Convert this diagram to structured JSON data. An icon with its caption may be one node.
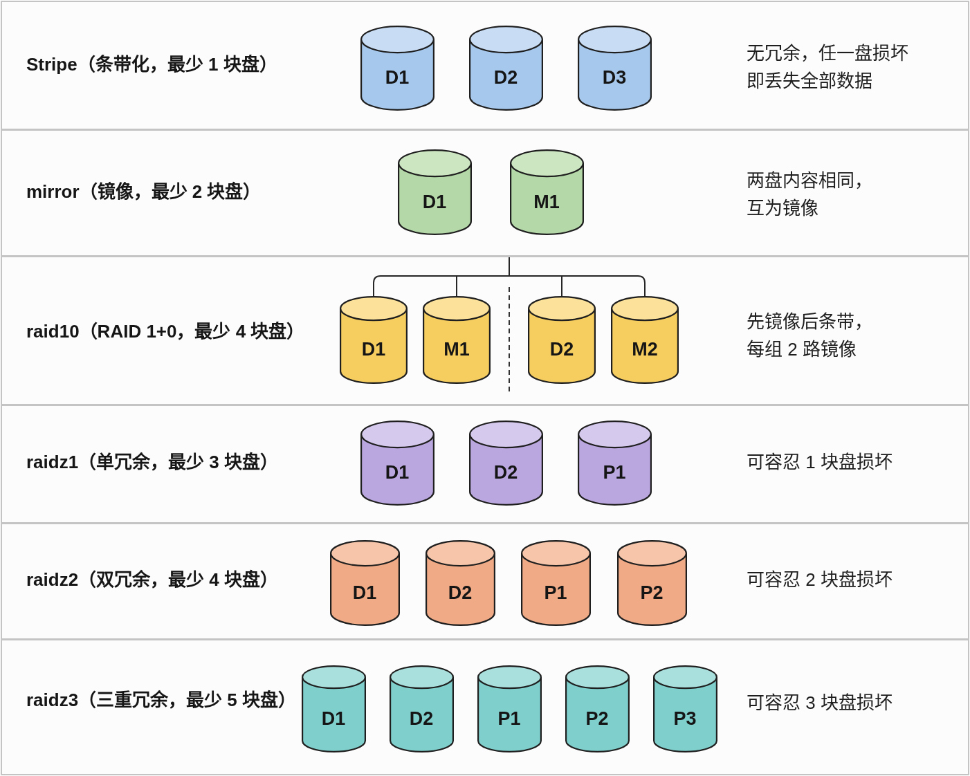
{
  "diagram": {
    "nodes": [
      {
        "text": [
          "Stripe（条带化，最少 1 块盘）",
          "无冗余，任一盘损坏即丢失全部数据"
        ]
      },
      {
        "text": [
          "D1"
        ],
        "in": 0
      },
      {
        "text": [
          "D2"
        ],
        "in": 0
      },
      {
        "text": [
          "D3"
        ],
        "in": 0
      },
      {
        "text": [
          "mirror（镜像，最少 2 块盘）",
          "两盘内容相同，互为镜像"
        ]
      },
      {
        "text": [
          "D1"
        ],
        "in": 4
      },
      {
        "text": [
          "M1"
        ],
        "in": 4
      },
      {
        "text": [
          "raid10（RAID 1+0，最少 4 块盘）",
          "先镜像后条带，每组 2 路镜像"
        ]
      },
      {
        "text": [
          "D1"
        ],
        "in": 7
      },
      {
        "text": [
          "M1"
        ],
        "in": 7
      },
      {
        "text": [
          "D2"
        ],
        "in": 7
      },
      {
        "text": [
          "M2"
        ],
        "in": 7
      },
      {
        "text": [
          "raidz1（单冗余，最少 3 块盘）",
          "可容忍 1 块盘损坏"
        ]
      },
      {
        "text": [
          "D1"
        ],
        "in": 12
      },
      {
        "text": [
          "D2"
        ],
        "in": 12
      },
      {
        "text": [
          "P1"
        ],
        "in": 12
      },
      {
        "text": [
          "raidz2（双冗余，最少 4 块盘）",
          "可容忍 2 块盘损坏"
        ]
      },
      {
        "text": [
          "D1"
        ],
        "in": 16
      },
      {
        "text": [
          "D2"
        ],
        "in": 16
      },
      {
        "text": [
          "P1"
        ],
        "in": 16
      },
      {
        "text": [
          "P2"
        ],
        "in": 16
      },
      {
        "text": [
          "raidz3（三重冗余，最少 5 块盘）",
          "可容忍 3 块盘损坏"
        ]
      },
      {
        "text": [
          "D1"
        ],
        "in": 21
      },
      {
        "text": [
          "D2"
        ],
        "in": 21
      },
      {
        "text": [
          "P1"
        ],
        "in": 21
      },
      {
        "text": [
          "P2"
        ],
        "in": 21
      },
      {
        "text": [
          "P3"
        ],
        "in": 21
      }
    ],
    "edges": [
      {
        "from": 4,
        "to": 8,
        "arrow": "none"
      },
      {
        "from": 4,
        "to": 9,
        "arrow": "none"
      },
      {
        "from": 4,
        "to": 10,
        "arrow": "none"
      },
      {
        "from": 4,
        "to": 11,
        "arrow": "none"
      }
    ]
  }
}
